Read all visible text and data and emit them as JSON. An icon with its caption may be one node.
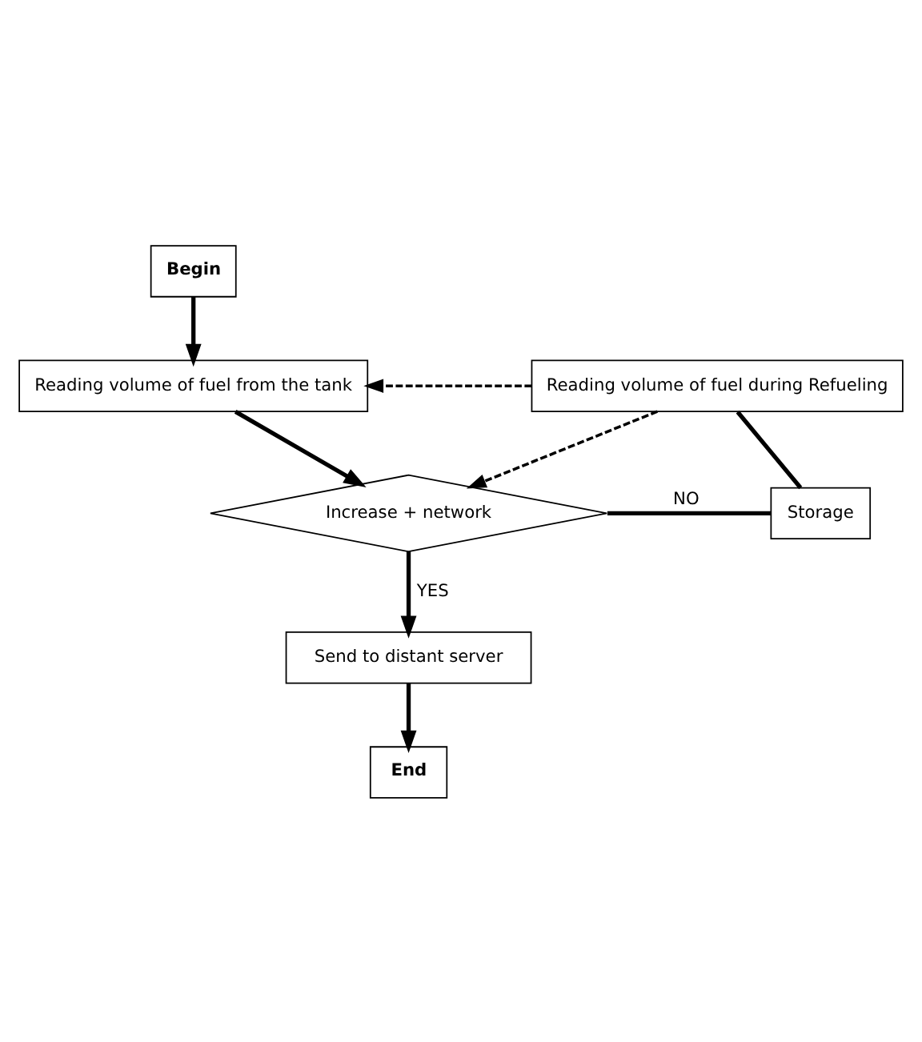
{
  "diagram": {
    "nodes": [
      {
        "text": [
          "Begin"
        ]
      },
      {
        "text": [
          "Reading volume of fuel from the tank"
        ]
      },
      {
        "text": [
          "Reading volume of fuel during Refueling"
        ]
      },
      {
        "text": [
          "Increase + network"
        ]
      },
      {
        "text": [
          "Storage"
        ]
      },
      {
        "text": [
          "Send to distant server"
        ]
      },
      {
        "text": [
          "End"
        ]
      }
    ],
    "edges": [
      {
        "from": 0,
        "to": 1,
        "arrow": "to"
      },
      {
        "from": 2,
        "to": 1,
        "arrow": "to",
        "style": "dashed"
      },
      {
        "from": 1,
        "to": 3,
        "arrow": "to"
      },
      {
        "from": 2,
        "to": 3,
        "arrow": "to",
        "style": "dashed"
      },
      {
        "from": 3,
        "to": 4,
        "arrow": "none",
        "label": "NO"
      },
      {
        "from": 4,
        "to": 2,
        "arrow": "none"
      },
      {
        "from": 3,
        "to": 5,
        "arrow": "to",
        "label": "YES"
      },
      {
        "from": 5,
        "to": 6,
        "arrow": "to"
      }
    ]
  }
}
